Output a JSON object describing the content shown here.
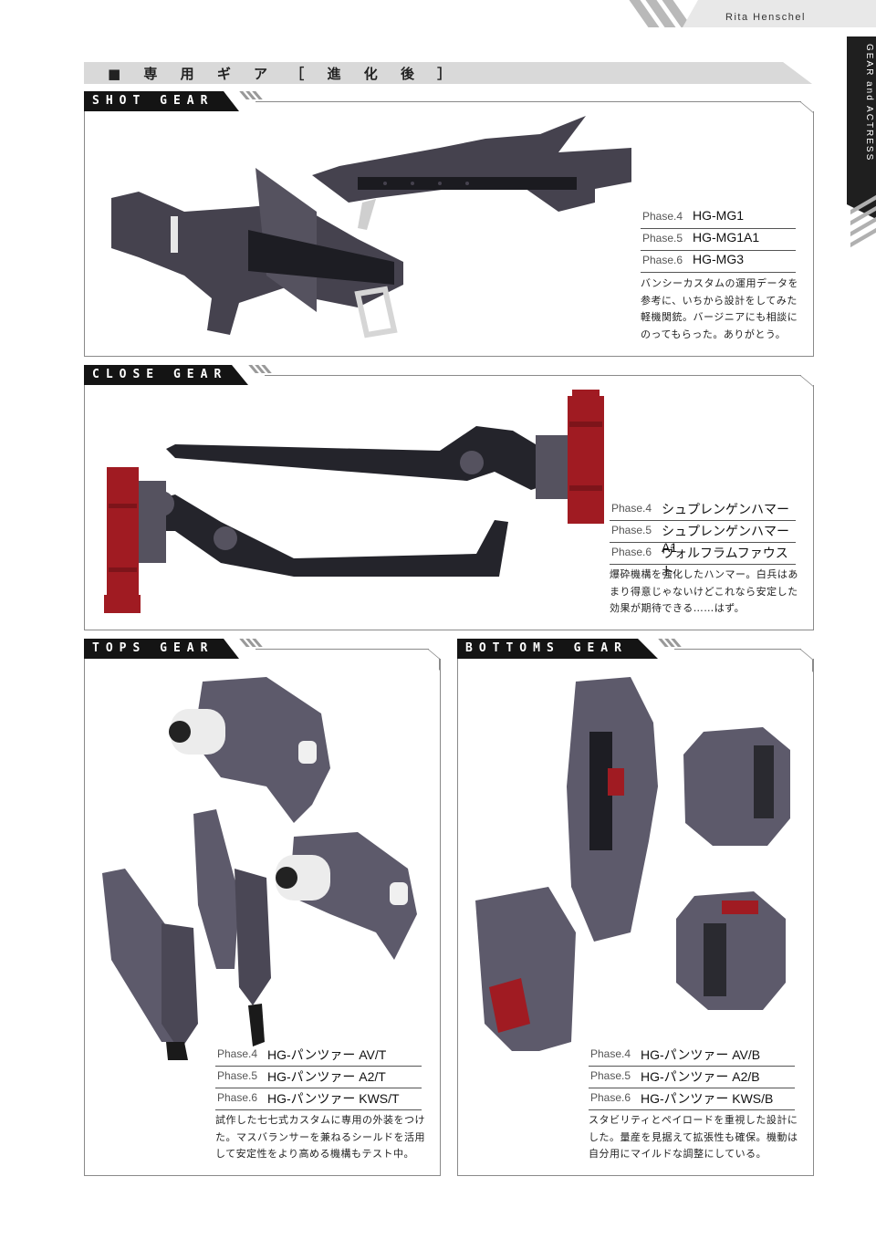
{
  "header": {
    "character": "Rita Henschel",
    "side_tab": "GEAR and ACTRESS"
  },
  "page_title": "■ 専 用 ギ ア ［ 進 化 後 ］",
  "sections": {
    "shot": {
      "label": "SHOT GEAR",
      "specs": [
        {
          "phase": "Phase.4",
          "name": "HG-MG1"
        },
        {
          "phase": "Phase.5",
          "name": "HG-MG1A1"
        },
        {
          "phase": "Phase.6",
          "name": "HG-MG3"
        }
      ],
      "description": [
        "バンシーカスタムの運用データを",
        "参考に、いちから設計をしてみた",
        "軽機関銃。バージニアにも相談に",
        "のってもらった。ありがとう。"
      ]
    },
    "close": {
      "label": "CLOSE GEAR",
      "specs": [
        {
          "phase": "Phase.4",
          "name": "シュプレンゲンハマー"
        },
        {
          "phase": "Phase.5",
          "name": "シュプレンゲンハマー A1"
        },
        {
          "phase": "Phase.6",
          "name": "ヴォルフラムファウスト"
        }
      ],
      "description": [
        "爆砕機構を強化したハンマー。白兵はあ",
        "まり得意じゃないけどこれなら安定した",
        "効果が期待できる……はず。"
      ]
    },
    "tops": {
      "label": "TOPS GEAR",
      "specs": [
        {
          "phase": "Phase.4",
          "name": "HG-パンツァー AV/T"
        },
        {
          "phase": "Phase.5",
          "name": "HG-パンツァー A2/T"
        },
        {
          "phase": "Phase.6",
          "name": "HG-パンツァー KWS/T"
        }
      ],
      "description": [
        "試作した七七式カスタムに専用の外装をつけ",
        "た。マスバランサーを兼ねるシールドを活用",
        "して安定性をより高める機構もテスト中。"
      ]
    },
    "bottoms": {
      "label": "BOTTOMS GEAR",
      "specs": [
        {
          "phase": "Phase.4",
          "name": "HG-パンツァー AV/B"
        },
        {
          "phase": "Phase.5",
          "name": "HG-パンツァー A2/B"
        },
        {
          "phase": "Phase.6",
          "name": "HG-パンツァー KWS/B"
        }
      ],
      "description": [
        "スタビリティとペイロードを重視した設計に",
        "した。量産を見据えて拡張性も確保。機動は",
        "自分用にマイルドな調整にしている。"
      ]
    }
  },
  "colors": {
    "armor": "#5d5a6b",
    "dark": "#2a2a30",
    "red": "#a01b22",
    "header_bar": "#d9d9d9"
  }
}
